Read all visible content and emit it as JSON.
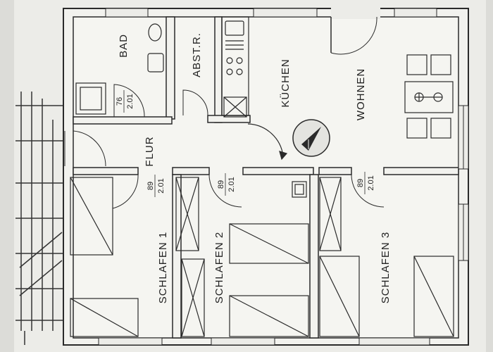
{
  "rooms": {
    "bad": "BAD",
    "abstr": "ABST.R.",
    "kuechen": "KÜCHEN",
    "wohnen": "WOHNEN",
    "flur": "FLUR",
    "schlafen1": "SCHLAFEN 1",
    "schlafen2": "SCHLAFEN 2",
    "schlafen3": "SCHLAFEN 3"
  },
  "door_labels": {
    "bad_top": "76",
    "bad_bottom": "2.01",
    "s1_top": "89",
    "s1_bottom": "2.01",
    "s2_top": "89",
    "s2_bottom": "2.01",
    "s3_top": "89",
    "s3_bottom": "2.01"
  },
  "colors": {
    "paper": "#ecece8",
    "wall_line": "#2a2a2a",
    "wall_fill": "#f2f2ee"
  }
}
